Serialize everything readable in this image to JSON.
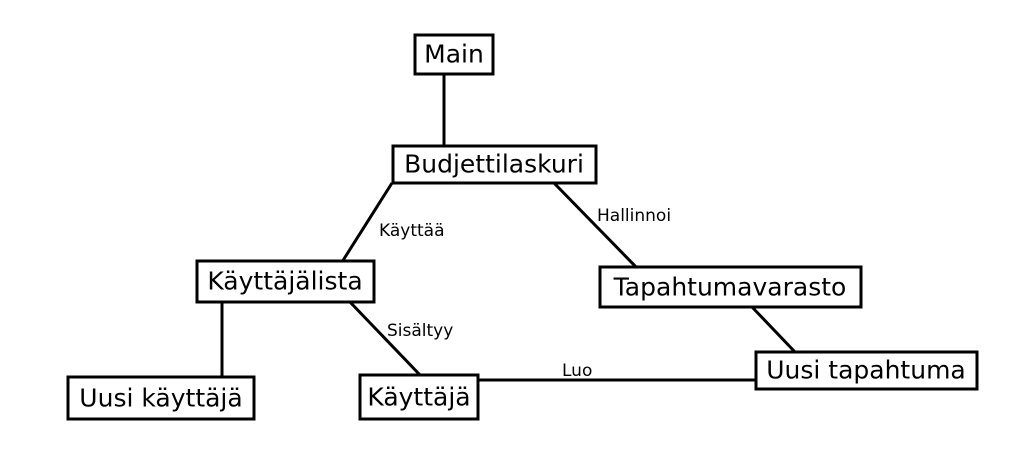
{
  "nodes": {
    "main": "Main",
    "budjettilaskuri": "Budjettilaskuri",
    "kayttajalista": "Käyttäjälista",
    "tapahtumavarasto": "Tapahtumavarasto",
    "uusi_kayttaja": "Uusi käyttäjä",
    "kayttaja": "Käyttäjä",
    "uusi_tapahtuma": "Uusi tapahtuma"
  },
  "edge_labels": {
    "kayttaa": "Käyttää",
    "hallinnoi": "Hallinnoi",
    "sisaltyy": "Sisältyy",
    "luo": "Luo"
  }
}
